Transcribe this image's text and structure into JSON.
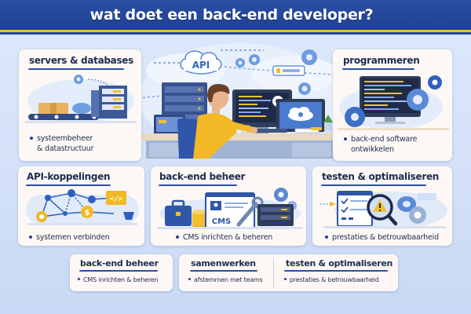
{
  "header": {
    "title": "wat doet een back-end developer?"
  },
  "colors": {
    "header_bg": "#2348a0",
    "accent_gold": "#f2c02c",
    "card_bg": "#fdf8f5",
    "page_bg": "#d6e3f9",
    "title_text": "#1e2c4f",
    "bullet_dot": "#23409c"
  },
  "center_illustration": {
    "cloud_label": "API"
  },
  "cards": {
    "servers": {
      "title": "servers & databases",
      "bullet_line1": "systeembeheer",
      "bullet_line2": "& datastructuur",
      "icon": "server-rack-conveyor-icon"
    },
    "programmeren": {
      "title": "programmeren",
      "bullet_line1": "back-end software",
      "bullet_line2": "ontwikkelen",
      "icon": "code-monitor-gears-icon"
    },
    "api": {
      "title": "API-koppelingen",
      "bullet": "systemen verbinden",
      "code_label": "</>",
      "coin_label": "$",
      "icon": "network-nodes-icon"
    },
    "beheer": {
      "title": "back-end beheer",
      "bullet": "CMS inrichten & beheren",
      "cms_label": "CMS",
      "icon": "cms-wrench-icon"
    },
    "testen": {
      "title": "testen & optimaliseren",
      "bullet": "prestaties & betrouwbaarheid",
      "icon": "checklist-magnifier-icon"
    }
  },
  "bottom_row": {
    "beheer": {
      "title": "back-end beheer",
      "bullet": "CMS inrichten & beheren"
    },
    "samenwerken": {
      "title": "samenwerken",
      "bullet": "afstemmen met teams"
    },
    "testen": {
      "title": "testen & optimaliseren",
      "bullet": "prestaties & betrouwbaarheid"
    }
  }
}
